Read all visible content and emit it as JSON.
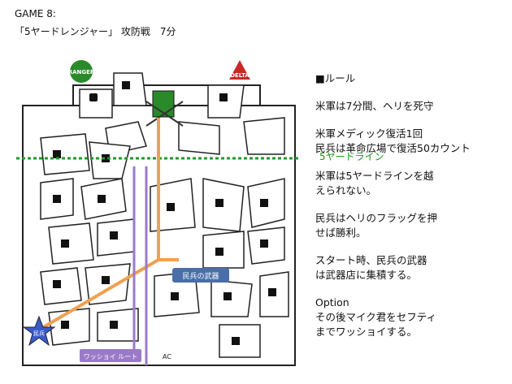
{
  "header": {
    "game": "GAME 8:",
    "title": "「5ヤードレンジャー」 攻防戦　7分"
  },
  "rules": {
    "heading": "■ルール",
    "lines": [
      [
        "米軍は7分間、ヘリを死守"
      ],
      [
        "米軍メディック復活1回",
        "民兵は革命広場で復活50カウント"
      ],
      [
        "米軍は5ヤードラインを越",
        "えられない。"
      ],
      [
        "民兵はヘリのフラッグを押",
        "せば勝利。"
      ],
      [
        "スタート時、民兵の武器",
        "は武器店に集積する。"
      ],
      [
        "Option",
        "その後マイク君をセフティ",
        "までワッショイする。"
      ]
    ]
  },
  "map": {
    "ranger_label": "RANGER",
    "delta_label": "DELTA",
    "five_yard_label": "5ヤードライン",
    "militia_weapons_label": "民兵の武器",
    "washoi_label": "ワッショイ ルート",
    "militia_start_label": "民兵",
    "bottom_label": "AC",
    "colors": {
      "route_orange": "#f0a050",
      "route_purple": "#9a7ac8",
      "five_yard": "#1f9a2a",
      "ranger_green": "#2a8a2a",
      "delta_red": "#c82828",
      "weapons_box": "#4a6fa8"
    }
  }
}
